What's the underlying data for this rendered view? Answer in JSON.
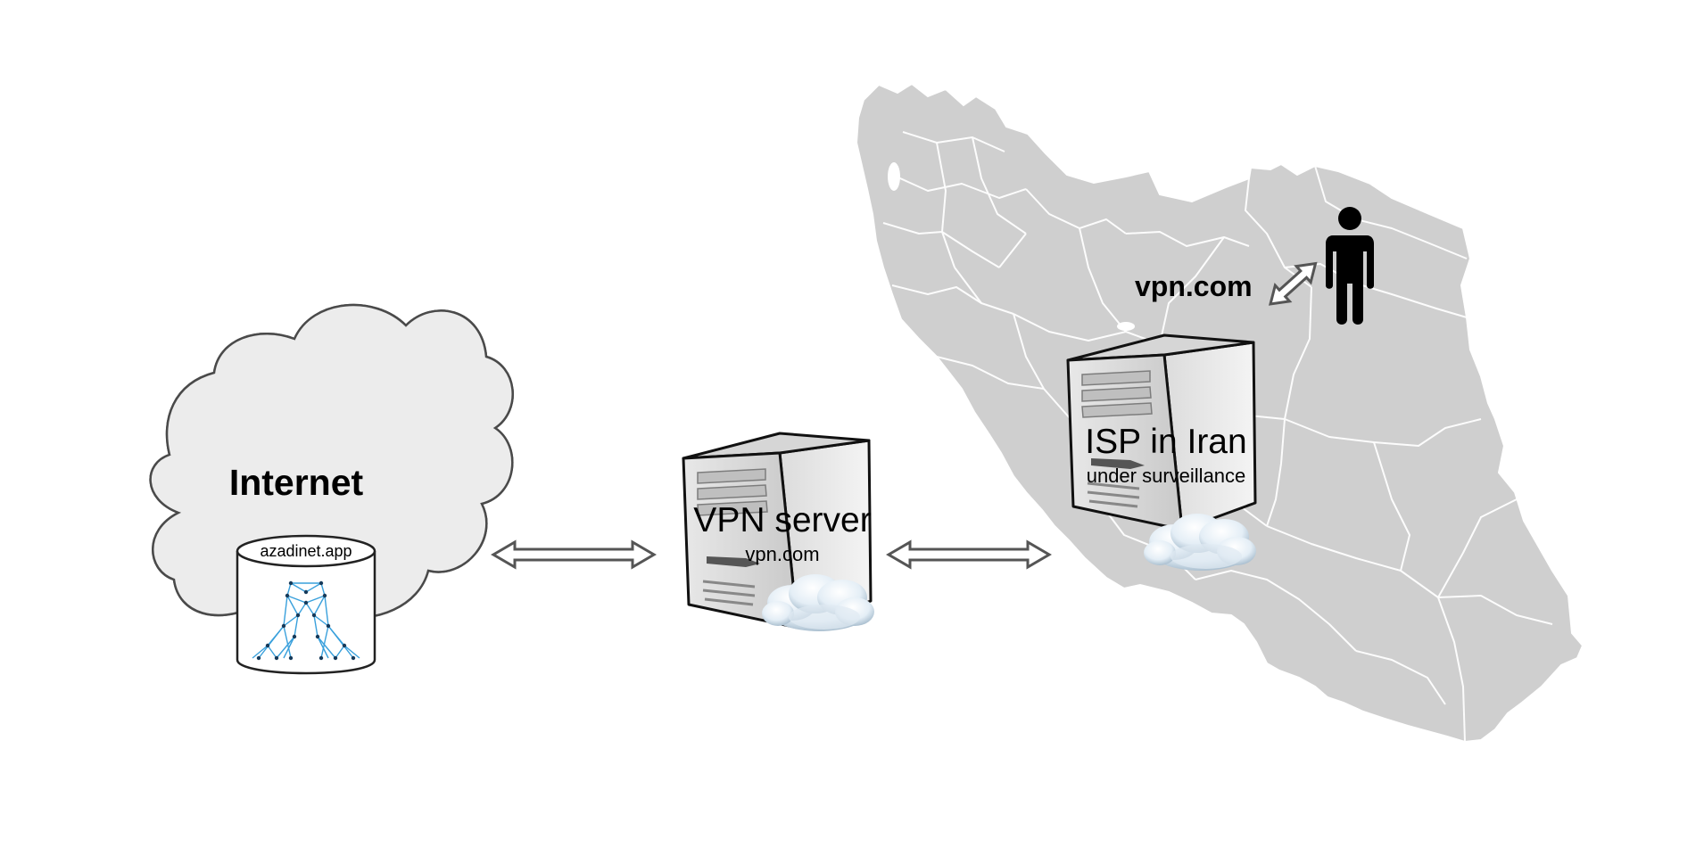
{
  "internet": {
    "label": "Internet",
    "site_label": "azadinet.app",
    "site_icon": "azadi-tower-icon"
  },
  "vpn_server": {
    "title": "VPN server",
    "subtitle": "vpn.com",
    "icon": "server-icon"
  },
  "isp": {
    "title": "ISP in Iran",
    "subtitle": "under surveillance",
    "icon": "server-icon"
  },
  "user": {
    "request_label": "vpn.com",
    "icon": "person-icon"
  },
  "map": {
    "region": "Iran",
    "icon": "iran-map-icon"
  },
  "colors": {
    "map_fill": "#cfcfcf",
    "map_borders": "#ffffff",
    "cloud_fill": "#ededed",
    "tower_lines": "#39a0dc"
  }
}
